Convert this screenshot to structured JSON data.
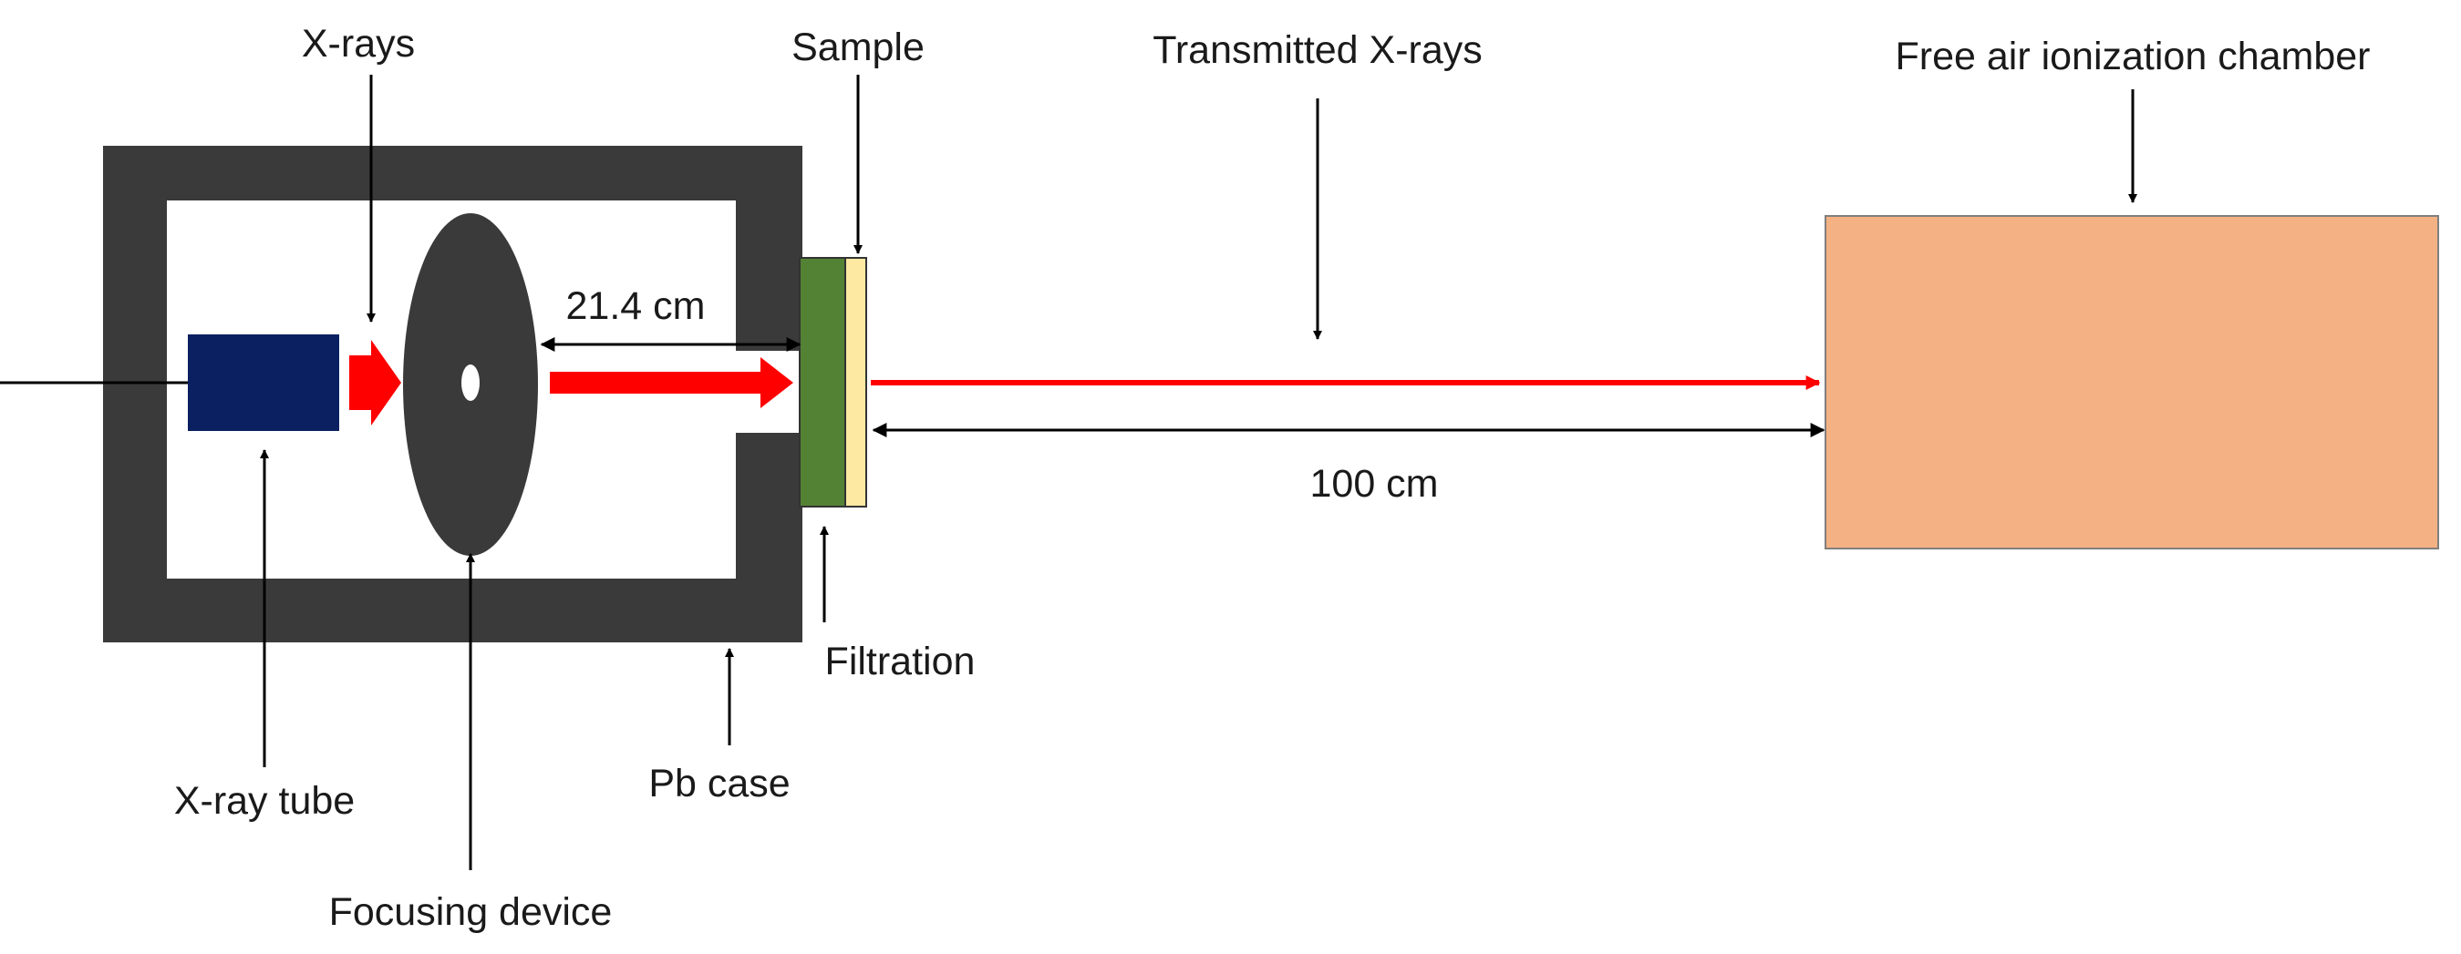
{
  "labels": {
    "xrays": "X-rays",
    "sample": "Sample",
    "transmitted": "Transmitted X-rays",
    "chamber": "Free air ionization chamber",
    "distance_inner": "21.4 cm",
    "distance_outer": "100 cm",
    "xray_tube": "X-ray tube",
    "focusing_device": "Focusing device",
    "pb_case": "Pb case",
    "filtration": "Filtration"
  },
  "colors": {
    "pb_case": "#3a3a3a",
    "focusing_device": "#3a3a3a",
    "xray_tube": "#0a2060",
    "beam": "#ff0000",
    "filtration": "#548235",
    "sample": "#fde9a1",
    "chamber": "#f4b183",
    "line": "#000000"
  }
}
